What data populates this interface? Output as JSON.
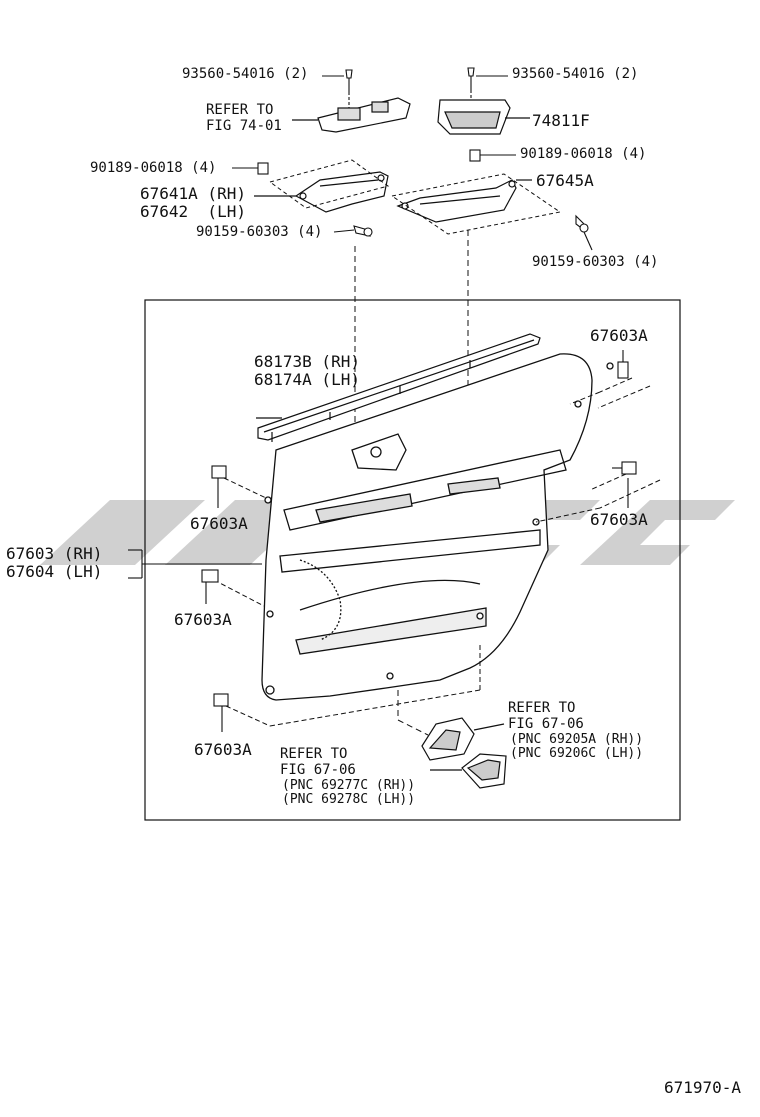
{
  "diagram": {
    "figure_id": "671970-A",
    "watermark_color": "#c8c8c8",
    "line_color": "#111111",
    "labels": {
      "screw_top_left": "93560-54016 (2)",
      "screw_top_right": "93560-54016 (2)",
      "refer_74_line1": "REFER TO",
      "refer_74_line2": "FIG 74-01",
      "part_74811f": "74811F",
      "clip_left": "90189-06018 (4)",
      "clip_right": "90189-06018 (4)",
      "bracket_rh": "67641A (RH)",
      "bracket_lh": "67642  (LH)",
      "bracket_right": "67645A",
      "bolt_left": "90159-60303 (4)",
      "bolt_right": "90159-60303 (4)",
      "clip_67603a_top_right": "67603A",
      "weatherstrip_rh": "68173B (RH)",
      "weatherstrip_lh": "68174A (LH)",
      "clip_67603a_left_upper": "67603A",
      "clip_67603a_right_mid": "67603A",
      "panel_rh": "67603 (RH)",
      "panel_lh": "67604 (LH)",
      "clip_67603a_left_lower": "67603A",
      "clip_67603a_bottom": "67603A",
      "refer_6706_right_l1": "REFER TO",
      "refer_6706_right_l2": "FIG 67-06",
      "refer_6706_right_l3": "(PNC 69205A (RH))",
      "refer_6706_right_l4": "(PNC 69206C (LH))",
      "refer_6706_left_l1": "REFER TO",
      "refer_6706_left_l2": "FIG 67-06",
      "refer_6706_left_l3": "(PNC 69277C (RH))",
      "refer_6706_left_l4": "(PNC 69278C (LH))"
    }
  }
}
